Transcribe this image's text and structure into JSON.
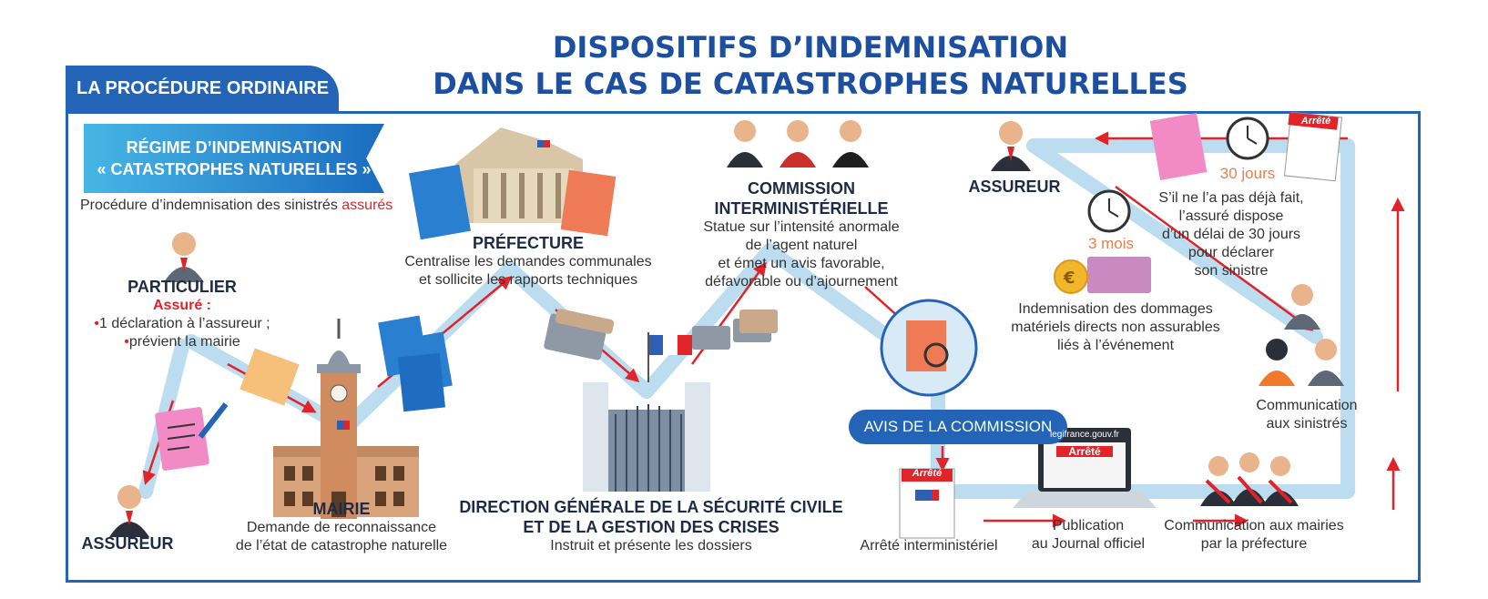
{
  "title": {
    "line1": "DISPOSITIFS D’INDEMNISATION",
    "line2": "DANS LE CAS DE CATASTROPHES NATURELLES"
  },
  "tab": "LA PROCÉDURE ORDINAIRE",
  "ribbon": {
    "line1": "RÉGIME D’INDEMNISATION",
    "line2": "« CATASTROPHES NATURELLES »"
  },
  "intro": {
    "text": "Procédure d’indemnisation des sinistrés ",
    "highlight": "assurés"
  },
  "particulier": {
    "heading": "PARTICULIER",
    "sub": "Assuré :",
    "bullets": [
      "1 déclaration à l’assureur ;",
      "prévient la mairie"
    ]
  },
  "assureur_left": "ASSUREUR",
  "mairie": {
    "heading": "MAIRIE",
    "line1": "Demande de reconnaissance",
    "line2": "de l’état de catastrophe naturelle"
  },
  "prefecture": {
    "heading": "PRÉFECTURE",
    "line1": "Centralise les demandes communales",
    "line2": "et sollicite les rapports techniques"
  },
  "dgscgc": {
    "line1": "DIRECTION GÉNÉRALE DE LA SÉCURITÉ CIVILE",
    "line2": "ET DE LA GESTION DES CRISES",
    "line3": "Instruit et présente les dossiers"
  },
  "commission": {
    "heading1": "COMMISSION",
    "heading2": "INTERMINISTÉRIELLE",
    "lines": [
      "Statue sur l’intensité anormale",
      "de l’agent naturel",
      "et émet un avis favorable,",
      "défavorable ou d’ajournement"
    ]
  },
  "avis": "AVIS DE LA COMMISSION",
  "arrete_label": "Arrêté",
  "arrete_text": "Arrêté interministériel",
  "legifrance": "legifrance.gouv.fr",
  "publication": {
    "line1": "Publication",
    "line2": "au Journal officiel"
  },
  "mairies": {
    "line1": "Communication aux mairies",
    "line2": "par la préfecture"
  },
  "sinistres": {
    "line1": "Communication",
    "line2": "aux sinistrés"
  },
  "assureur_right": "ASSUREUR",
  "delay_30": "30 jours",
  "delay_3": "3 mois",
  "delai_text": [
    "S’il ne l’a pas déjà fait,",
    "l’assuré dispose",
    "d’un délai de 30 jours",
    "pour déclarer",
    "son sinistre"
  ],
  "indemnisation": [
    "Indemnisation des dommages",
    "matériels directs non assurables",
    "liés à l’événement"
  ],
  "colors": {
    "blue": "#2464b6",
    "title_blue": "#1d4fa0",
    "path": "#bcdcf0",
    "arrow": "#e0242a",
    "orange": "#e8814a"
  }
}
